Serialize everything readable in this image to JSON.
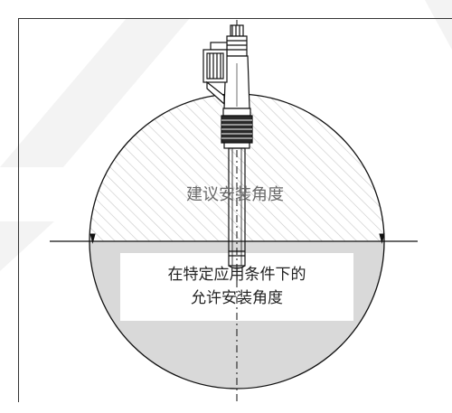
{
  "diagram": {
    "recommended_label": "建议安装角度",
    "special_label_line1": "在特定应用条件下的",
    "special_label_line2": "允许安装角度"
  },
  "colors": {
    "watermark": "#f2f2f2",
    "frame": "#333333",
    "hatch": "#c8c8c8",
    "lower_fill": "#d9d9d9",
    "label_box": "#ffffff",
    "line": "#111111"
  }
}
